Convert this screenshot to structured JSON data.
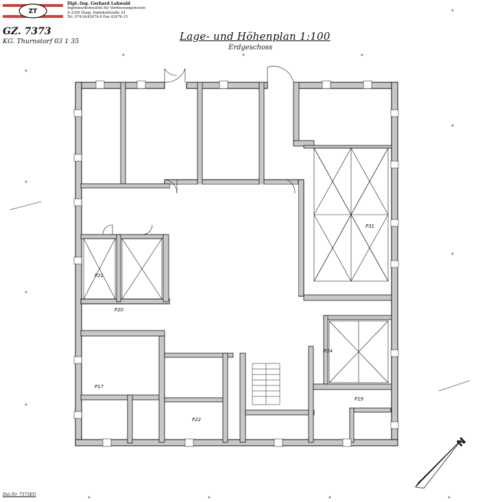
{
  "header": {
    "firm_name": "Dipl.-Ing. Gerhard Lohwald",
    "firm_line1": "Ingenieurkonsulent für Vermessungswesen",
    "firm_line2": "A-3350 Haag, Bahnhofstraße 24",
    "firm_line3": "Tel. 07434/42476-0   Fax 42476-15",
    "gz": "GZ. 7373",
    "kg": "KG. Thurnstorf 03 1 35"
  },
  "title": {
    "main": "Lage- und Höhenplan   1:100",
    "sub": "Erdgeschoss"
  },
  "footer": {
    "file": "Dat.Nr. 7373EG"
  },
  "room_labels": [
    "P21",
    "P20",
    "P17",
    "P22",
    "P31",
    "P24",
    "P19"
  ]
}
